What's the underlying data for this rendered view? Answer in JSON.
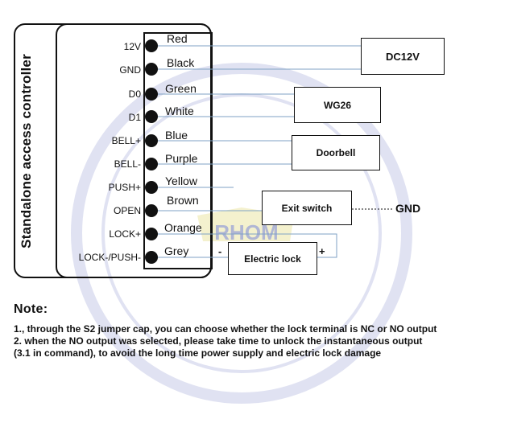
{
  "title": "Standalone access controller",
  "pins": [
    {
      "label": "12V",
      "wire": "Red"
    },
    {
      "label": "GND",
      "wire": "Black"
    },
    {
      "label": "D0",
      "wire": "Green"
    },
    {
      "label": "D1",
      "wire": "White"
    },
    {
      "label": "BELL+",
      "wire": "Blue"
    },
    {
      "label": "BELL-",
      "wire": "Purple"
    },
    {
      "label": "PUSH+",
      "wire": "Yellow"
    },
    {
      "label": "OPEN",
      "wire": "Brown"
    },
    {
      "label": "LOCK+",
      "wire": "Orange"
    },
    {
      "label": "LOCK-/PUSH-",
      "wire": "Grey"
    }
  ],
  "devices": {
    "power": "DC12V",
    "wiegand": "WG26",
    "doorbell": "Doorbell",
    "exit_switch": "Exit switch",
    "exit_gnd": "GND",
    "lock": "Electric lock",
    "lock_minus": "-",
    "lock_plus": "+"
  },
  "watermark_text": "RHOM",
  "line_color": "#7fa2c4",
  "watermark_color": "#9aa3d6",
  "note": {
    "title": "Note:",
    "lines": [
      "1., through the S2 jumper cap, you can choose whether the lock terminal is NC or NO output",
      "2. when the NO output was selected, please take time to unlock the instantaneous output",
      "(3.1 in command), to avoid the long time power supply and electric lock damage"
    ]
  }
}
